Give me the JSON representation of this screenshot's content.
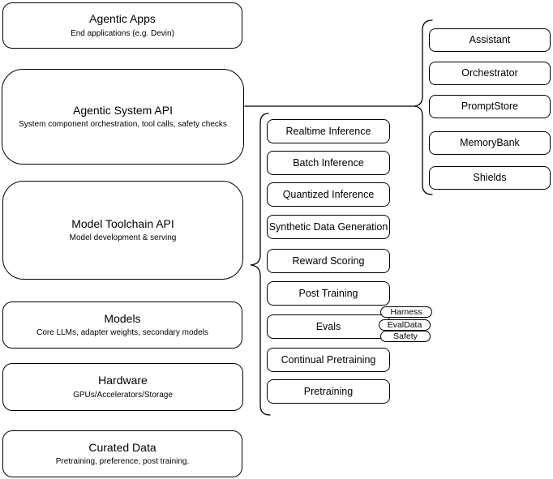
{
  "layers": [
    {
      "title": "Agentic Apps",
      "subtitle": "End applications (e.g. Devin)"
    },
    {
      "title": "Agentic System API",
      "subtitle": "System component orchestration, tool calls, safety checks"
    },
    {
      "title": "Model Toolchain API",
      "subtitle": "Model development & serving"
    },
    {
      "title": "Models",
      "subtitle": "Core LLMs, adapter weights, secondary models"
    },
    {
      "title": "Hardware",
      "subtitle": "GPUs/Accelerators/Storage"
    },
    {
      "title": "Curated Data",
      "subtitle": "Pretraining, preference, post training."
    }
  ],
  "toolchain_items": [
    "Realtime Inference",
    "Batch Inference",
    "Quantized Inference",
    "Synthetic Data Generation",
    "Reward Scoring",
    "Post Training",
    "Evals",
    "Continual Pretraining",
    "Pretraining"
  ],
  "eval_tags": [
    "Harness",
    "EvalData",
    "Safety"
  ],
  "system_components": [
    "Assistant",
    "Orchestrator",
    "PromptStore",
    "MemoryBank",
    "Shields"
  ],
  "colors": {
    "stroke": "#000000",
    "background": "#ffffff",
    "text": "#000000"
  }
}
